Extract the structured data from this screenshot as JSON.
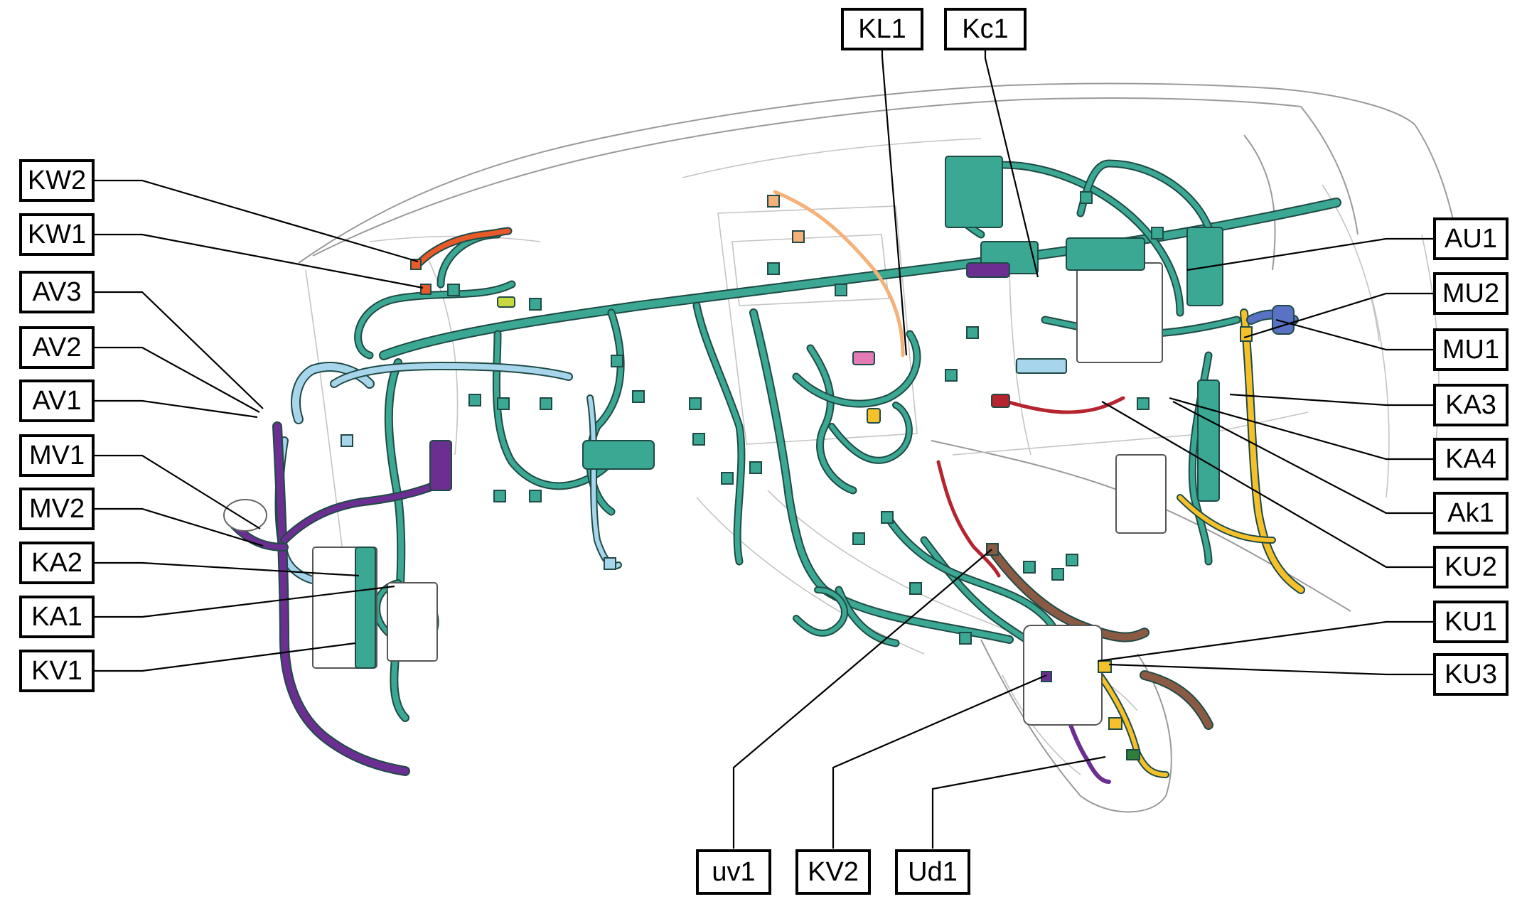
{
  "labels": {
    "KL1": "KL1",
    "Kc1": "Kc1",
    "KW2": "KW2",
    "KW1": "KW1",
    "AV3": "AV3",
    "AV2": "AV2",
    "AV1": "AV1",
    "MV1": "MV1",
    "MV2": "MV2",
    "KA2": "KA2",
    "KA1": "KA1",
    "KV1": "KV1",
    "AU1": "AU1",
    "MU2": "MU2",
    "MU1": "MU1",
    "KA3": "KA3",
    "KA4": "KA4",
    "Ak1": "Ak1",
    "KU2": "KU2",
    "KU1": "KU1",
    "KU3": "KU3",
    "uv1": "uv1",
    "KV2": "KV2",
    "Ud1": "Ud1"
  },
  "colors": {
    "harness_main": "#3aa893",
    "harness_light_blue": "#a6d5ec",
    "harness_purple": "#6a2f91",
    "harness_yellow": "#f5c12b",
    "harness_orange": "#e85a2a",
    "harness_brown": "#8a5a44",
    "harness_red": "#b5242f",
    "harness_blue": "#5a72c6",
    "harness_pink": "#e37ab6",
    "harness_peach": "#f4b27a",
    "harness_lime": "#c7d840",
    "harness_green": "#2e7d3a",
    "dashboard_outline": "#9a9a9a"
  }
}
